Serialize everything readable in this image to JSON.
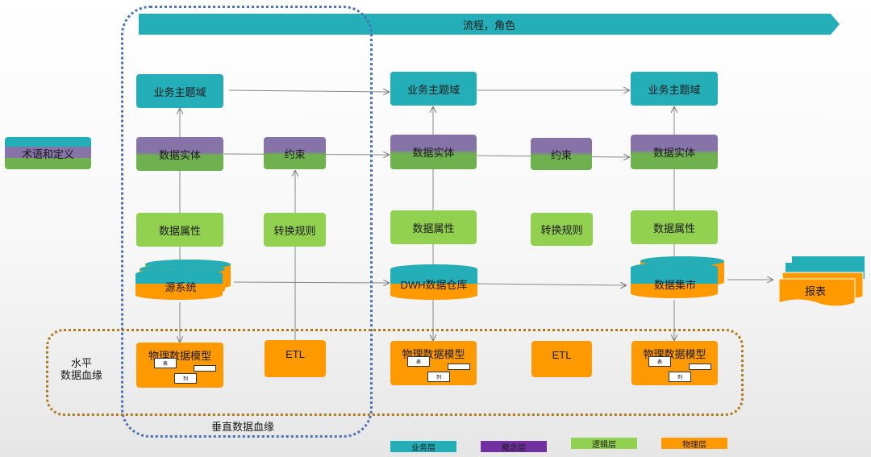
{
  "banner": "流程，角色",
  "terms": "术语和定义",
  "columns": {
    "subject": "业务主题域",
    "entity": "数据实体",
    "attribute": "数据属性",
    "constraint": "约束",
    "transform_rule": "转换规则",
    "source": "源系统",
    "dwh": "DWH数据仓库",
    "mart": "数据集市",
    "report": "报表",
    "physical_model": "物理数据模型",
    "etl": "ETL",
    "table": "表",
    "column": "列"
  },
  "horizontal_lineage": [
    "水平",
    "数据血缘"
  ],
  "vertical_lineage": "垂直数据血缘",
  "legend": [
    {
      "label": "业务层",
      "color": "#23aeb8"
    },
    {
      "label": "概念层",
      "color": "#7030a0"
    },
    {
      "label": "逻辑层",
      "color": "#92d050"
    },
    {
      "label": "物理层",
      "color": "#ff9900"
    }
  ],
  "colors": {
    "business": "#23aeb8",
    "concept": "#8673a8",
    "logic": "#92d050",
    "physical": "#ff9900",
    "vertical_border": "#4a72b8",
    "horizontal_border": "#b07a1e"
  }
}
